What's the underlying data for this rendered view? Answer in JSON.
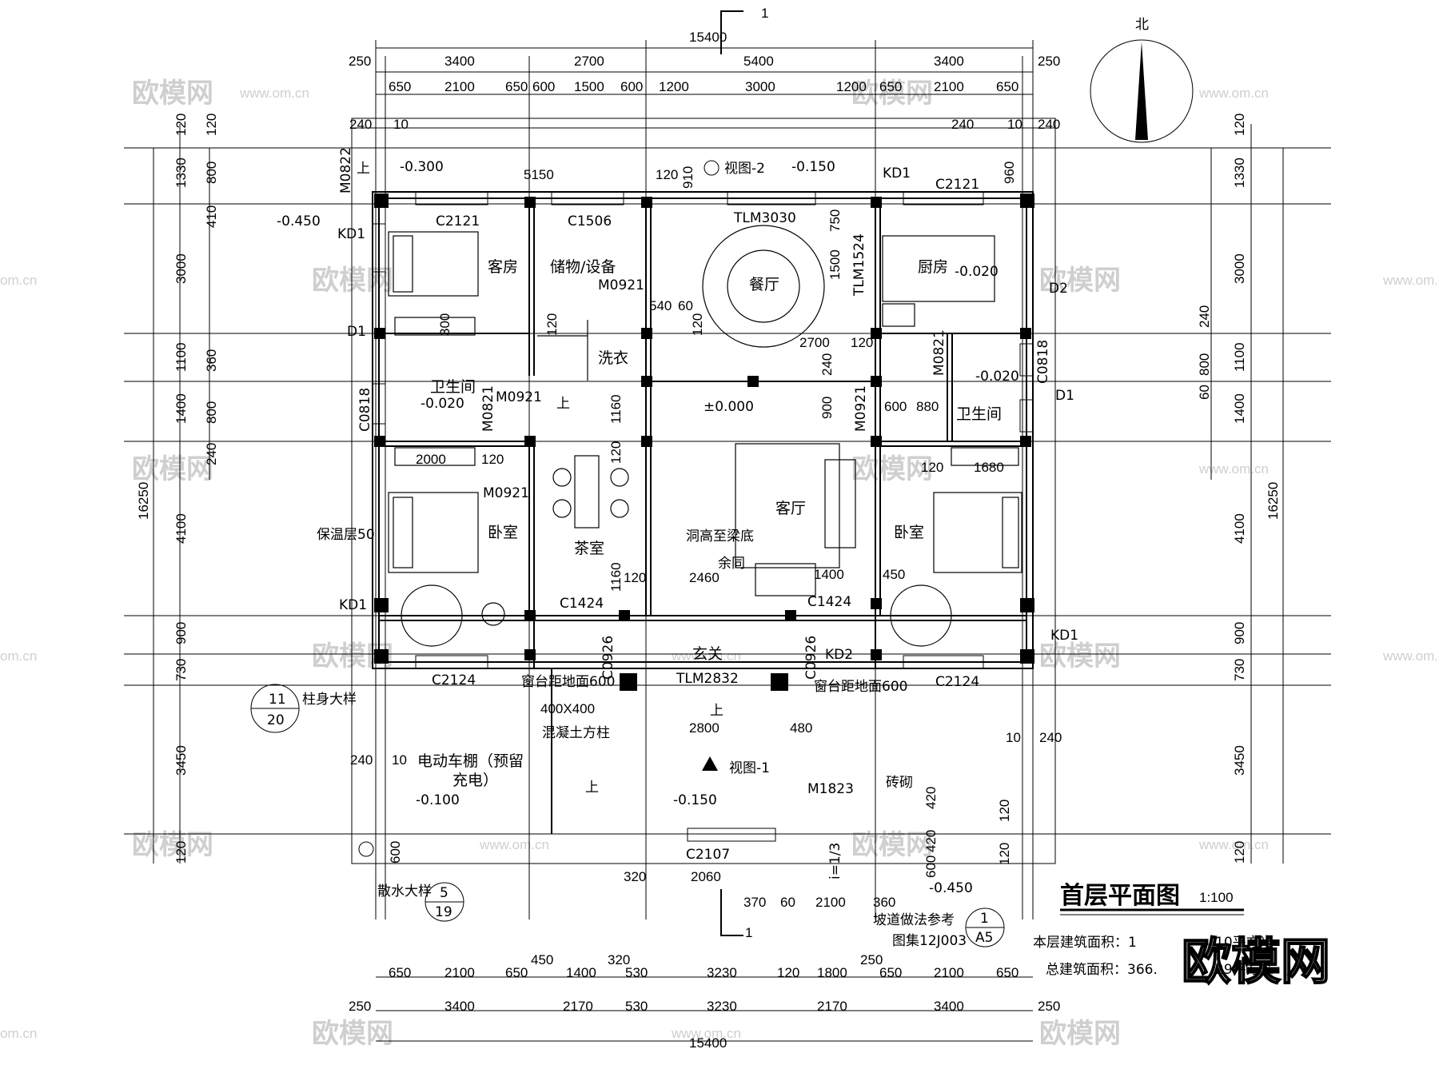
{
  "title": {
    "main": "首层平面图",
    "scale": "1:100"
  },
  "areas": {
    "floor": "本层建筑面积：1",
    "floor_tail": "10平方米",
    "total": "总建筑面积：366.",
    "total_tail": "29平方米"
  },
  "north": "北",
  "watermark": "欧模网",
  "watermark_url": "www.om.cn",
  "watermark_url_short": "om.cn",
  "section_mark": "1",
  "top_dims": {
    "overall": "15400",
    "row1": [
      "250",
      "3400",
      "2700",
      "5400",
      "3400",
      "250"
    ],
    "row2": [
      "650",
      "2100",
      "650",
      "600",
      "1500",
      "600",
      "1200",
      "3000",
      "1200",
      "650",
      "2100",
      "650"
    ],
    "row3": [
      "240",
      "10",
      "240",
      "10",
      "240"
    ]
  },
  "bottom_dims": {
    "overall": "15400",
    "row1": [
      "250",
      "3400",
      "2170",
      "530",
      "3230",
      "2170",
      "3400",
      "250"
    ],
    "row2": [
      "650",
      "2100",
      "650",
      "450",
      "1400",
      "320",
      "530",
      "3230",
      "120",
      "1800",
      "250",
      "650",
      "2100",
      "650"
    ]
  },
  "left_dims": {
    "overall": "16250",
    "outer": [
      "120",
      "1330",
      "3000",
      "1100",
      "1400",
      "4100",
      "900",
      "730",
      "3450",
      "120"
    ],
    "inner": [
      "120",
      "800",
      "410",
      "360",
      "800",
      "240"
    ]
  },
  "right_dims": {
    "overall": "16250",
    "outer": [
      "120",
      "1330",
      "3000",
      "1100",
      "1400",
      "4100",
      "900",
      "730",
      "3450",
      "120"
    ],
    "inner": [
      "240",
      "800",
      "60"
    ]
  },
  "rooms": {
    "guest": "客房",
    "storage": "储物/设备",
    "dining": "餐厅",
    "kitchen": "厨房",
    "laundry": "洗衣",
    "bath_left": "卫生间",
    "bath_right": "卫生间",
    "bedroom_left": "卧室",
    "tea": "茶室",
    "living": "客厅",
    "bedroom_right": "卧室",
    "foyer": "玄关",
    "carport": "电动车棚（预留",
    "carport2": "充电）"
  },
  "labels": {
    "m0822": "M0822",
    "up1": "上",
    "lvl_m0300": "-0.300",
    "d5150": "5150",
    "d120a": "120",
    "d910": "910",
    "view2": "视图-2",
    "lvl_m0150a": "-0.150",
    "kd1_top": "KD1",
    "c2121_r": "C2121",
    "d960": "960",
    "lvl_m0450": "-0.450",
    "kd1_left": "KD1",
    "c2121_l": "C2121",
    "c1506": "C1506",
    "tlm3030": "TLM3030",
    "d750": "750",
    "tlm1524": "TLM1524",
    "d1500": "1500",
    "lvl_m0020_k": "-0.020",
    "m0921_a": "M0921",
    "d540": "540",
    "d60": "60",
    "d2": "D2",
    "d120b": "120",
    "d120c": "120",
    "d2700": "2700",
    "d120d": "120",
    "d1_left": "D1",
    "d300": "300",
    "m0821_r": "M0821",
    "c0818_r": "C0818",
    "lvl_m0020_r": "-0.020",
    "d1_right": "D1",
    "lvl_m0020_l": "-0.020",
    "m0921_b": "M0921",
    "c0818_l": "C0818",
    "m0821_l": "M0821",
    "up2": "上",
    "d1160a": "1160",
    "lvl_zero": "±0.000",
    "d240a": "240",
    "d900": "900",
    "m0921_c": "M0921",
    "d600": "600",
    "d880": "880",
    "d2000": "2000",
    "d120e": "120",
    "d120f": "120",
    "d120g": "120",
    "d1680": "1680",
    "m0921_d": "M0921",
    "insul": "保温层50",
    "beam": "洞高至梁底",
    "d2460": "2460",
    "yuxia": "余同",
    "d1160b": "1160",
    "d120h": "120",
    "d1400": "1400",
    "d450": "450",
    "c1424_l": "C1424",
    "c1424_r": "C1424",
    "kd1_l2": "KD1",
    "kd1_r2": "KD1",
    "c0926_l": "C0926",
    "c0926_r": "C0926",
    "kd2": "KD2",
    "c2124_l": "C2124",
    "c2124_r": "C2124",
    "sill_l": "窗台距地面600",
    "sill_r": "窗台距地面600",
    "tlm2832": "TLM2832",
    "col_detail": "柱身大样",
    "c11": "11",
    "c20": "20",
    "col_size": "400X400",
    "col_conc": "混凝土方柱",
    "up3": "上",
    "d2800": "2800",
    "d480": "480",
    "d10a": "10",
    "d240b": "240",
    "d240c": "240",
    "d10b": "10",
    "view1": "视图-1",
    "up4": "上",
    "m1823": "M1823",
    "brick": "砖砌",
    "d420a": "420",
    "d120i": "120",
    "lvl_m0100": "-0.100",
    "lvl_m0150b": "-0.150",
    "d600b": "600",
    "c2107": "C2107",
    "slope": "i=1/3",
    "d420b": "420",
    "d120j": "120",
    "d600c": "600",
    "d320": "320",
    "d2060": "2060",
    "lvl_m0450b": "-0.450",
    "d370": "370",
    "d60b": "60",
    "d2100": "2100",
    "d360": "360",
    "ramp_ref": "坡道做法参考",
    "ramp_atlas": "图集12J003",
    "r1": "1",
    "ra5": "A5",
    "drain_detail": "散水大样",
    "d5": "5",
    "d19": "19"
  }
}
